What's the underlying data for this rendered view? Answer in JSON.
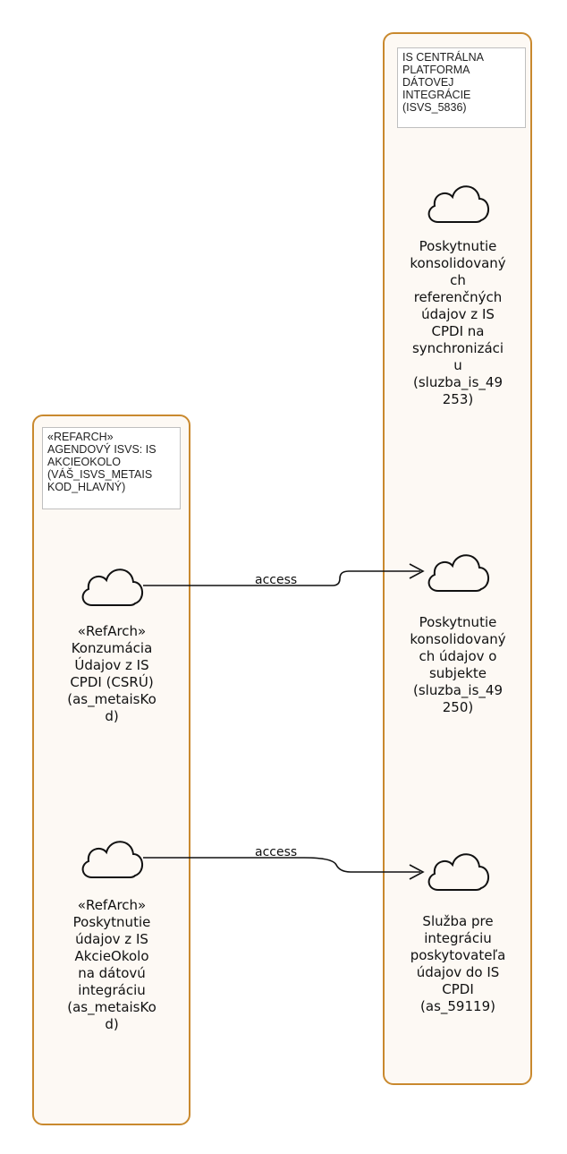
{
  "lanes": {
    "right": {
      "title": "IS CENTRÁLNA\nPLATFORMA\nDÁTOVEJ\nINTEGRÁCIE\n(ISVS_5836)"
    },
    "left": {
      "title": "«REFARCH»\nAGENDOVÝ ISVS: IS\nAKCIEOKOLO\n(VÁŠ_ISVS_METAIS\nKOD_HLAVNÝ)"
    }
  },
  "nodes": {
    "sync_service": {
      "label": "Poskytnutie\nkonsolidovaný\nch\nreferenčných\núdajov z IS\nCPDI na\nsynchronizáci\nu\n(sluzba_is_49\n253)",
      "icon": "cloud-icon"
    },
    "subject_service": {
      "label": "Poskytnutie\nkonsolidovaný\nch údajov o\nsubjekte\n(sluzba_is_49\n250)",
      "icon": "cloud-icon"
    },
    "integration_service": {
      "label": "Služba pre\nintegráciu\nposkytovateľa\núdajov do IS\nCPDI\n(as_59119)",
      "icon": "cloud-icon"
    },
    "consumption": {
      "label": "«RefArch»\nKonzumácia\nÚdajov z IS\nCPDI (CSRÚ)\n(as_metaisKo\nd)",
      "icon": "cloud-icon"
    },
    "provision": {
      "label": "«RefArch»\nPoskytnutie\núdajov z IS\nAkcieOkolo\nna dátovú\nintegráciu\n(as_metaisKo\nd)",
      "icon": "cloud-icon"
    }
  },
  "edges": [
    {
      "from": "consumption",
      "to": "subject_service",
      "label": "access"
    },
    {
      "from": "provision",
      "to": "integration_service",
      "label": "access"
    }
  ],
  "colors": {
    "lane_border": "#c9892e",
    "lane_fill": "#fdf9f4",
    "line": "#111111"
  }
}
